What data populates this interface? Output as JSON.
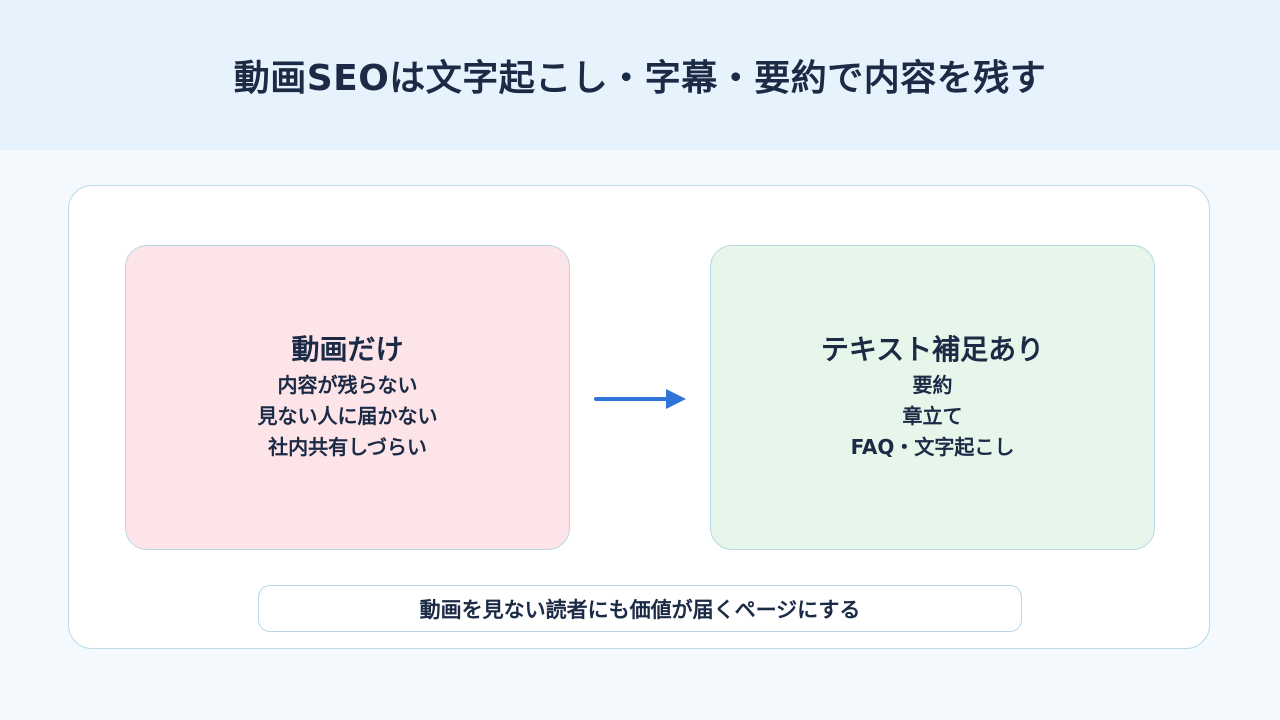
{
  "title": "動画SEOは文字起こし・字幕・要約で内容を残す",
  "left_box": {
    "title": "動画だけ",
    "items": [
      "内容が残らない",
      "見ない人に届かない",
      "社内共有しづらい"
    ]
  },
  "right_box": {
    "title": "テキスト補足あり",
    "items": [
      "要約",
      "章立て",
      "FAQ・文字起こし"
    ]
  },
  "footer": "動画を見ない読者にも価値が届くページにする",
  "colors": {
    "header_bg": "#e6f3fd",
    "left_box_bg": "#fde4e9",
    "right_box_bg": "#e6f6ea",
    "arrow": "#2f74d9",
    "text": "#1b2a45"
  }
}
